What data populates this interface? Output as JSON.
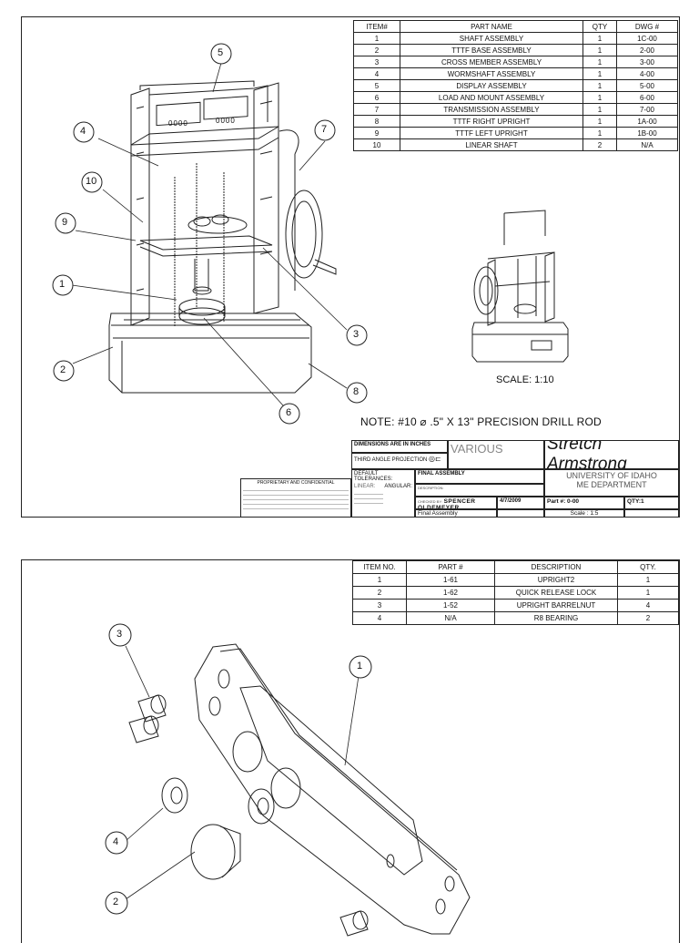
{
  "sheet1": {
    "bom": {
      "headers": [
        "ITEM#",
        "PART NAME",
        "QTY",
        "DWG #"
      ],
      "rows": [
        [
          "1",
          "SHAFT ASSEMBLY",
          "1",
          "1C-00"
        ],
        [
          "2",
          "TTTF BASE ASSEMBLY",
          "1",
          "2-00"
        ],
        [
          "3",
          "CROSS MEMBER ASSEMBLY",
          "1",
          "3-00"
        ],
        [
          "4",
          "WORMSHAFT ASSEMBLY",
          "1",
          "4-00"
        ],
        [
          "5",
          "DISPLAY ASSEMBLY",
          "1",
          "5-00"
        ],
        [
          "6",
          "LOAD AND MOUNT ASSEMBLY",
          "1",
          "6-00"
        ],
        [
          "7",
          "TRANSMISSION ASSEMBLY",
          "1",
          "7-00"
        ],
        [
          "8",
          "TTTF RIGHT UPRIGHT",
          "1",
          "1A-00"
        ],
        [
          "9",
          "TTTF LEFT UPRIGHT",
          "1",
          "1B-00"
        ],
        [
          "10",
          "LINEAR SHAFT",
          "2",
          "N/A"
        ]
      ]
    },
    "balloons": [
      "5",
      "4",
      "7",
      "10",
      "9",
      "1",
      "2",
      "3",
      "8",
      "6"
    ],
    "display_digits": "0000",
    "scale": "SCALE: 1:10",
    "note": "NOTE: #10 ⌀ .5\" X 13\" PRECISION DRILL ROD",
    "title_block": {
      "dimensions": "DIMENSIONS ARE IN INCHES",
      "projection": "THIRD ANGLE PROJECTION",
      "default_tolerances": "DEFAULT TOLERANCES:",
      "linear": "LINEAR:",
      "angular": "ANGULAR:",
      "material": "VARIOUS",
      "description_label": "DESCRIPTION:",
      "description": "FINAL ASSEMBLY",
      "project": "Stretch Armstrong",
      "university": "UNIVERSITY OF IDAHO",
      "department": "ME DEPARTMENT",
      "checked_by_label": "CHECKED BY:",
      "checked_by": "SPENCER OLDEMEYER",
      "date": "4/7/2009",
      "part_no": "Part #: 0-00",
      "qty": "QTY:1",
      "name": "Final Assembly",
      "scale": "Scale : 1:5",
      "proprietary_title": "PROPRIETARY AND CONFIDENTIAL"
    }
  },
  "sheet2": {
    "bom": {
      "headers": [
        "ITEM NO.",
        "PART #",
        "DESCRIPTION",
        "QTY."
      ],
      "rows": [
        [
          "1",
          "1-61",
          "UPRIGHT2",
          "1"
        ],
        [
          "2",
          "1-62",
          "QUICK RELEASE LOCK",
          "1"
        ],
        [
          "3",
          "1-52",
          "UPRIGHT BARRELNUT",
          "4"
        ],
        [
          "4",
          "N/A",
          "R8 BEARING",
          "2"
        ]
      ]
    },
    "balloons": [
      "3",
      "1",
      "4",
      "2"
    ]
  }
}
